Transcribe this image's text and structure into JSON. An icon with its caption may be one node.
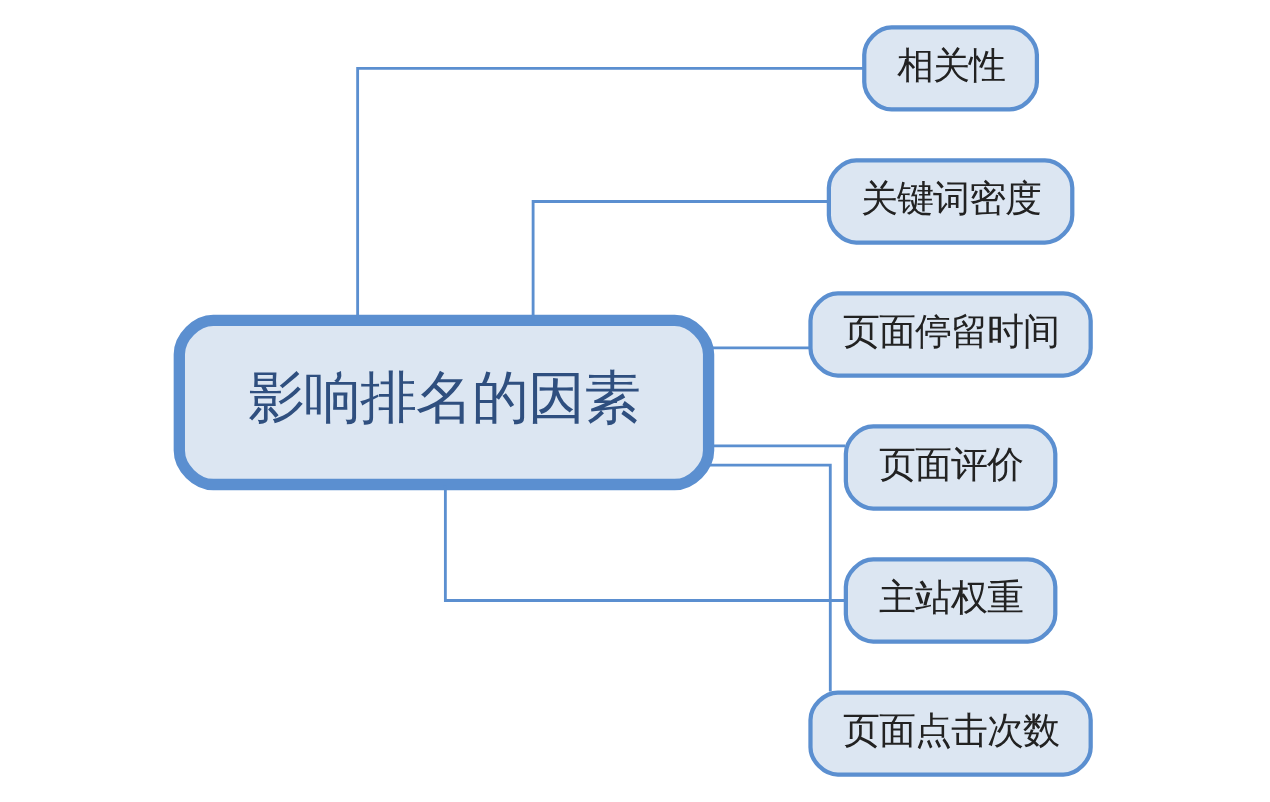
{
  "diagram": {
    "nodes": [
      {
        "text": [
          "影响排名的因素"
        ]
      },
      {
        "text": [
          "相关性"
        ]
      },
      {
        "text": [
          "关键词密度"
        ]
      },
      {
        "text": [
          "页面停留时间"
        ]
      },
      {
        "text": [
          "页面评价"
        ]
      },
      {
        "text": [
          "主站权重"
        ]
      },
      {
        "text": [
          "页面点击次数"
        ]
      }
    ],
    "edges": [
      {
        "from": 0,
        "to": 1,
        "arrow": "none"
      },
      {
        "from": 0,
        "to": 2,
        "arrow": "none"
      },
      {
        "from": 0,
        "to": 3,
        "arrow": "none"
      },
      {
        "from": 0,
        "to": 4,
        "arrow": "none"
      },
      {
        "from": 0,
        "to": 5,
        "arrow": "none"
      },
      {
        "from": 0,
        "to": 6,
        "arrow": "none"
      }
    ]
  }
}
